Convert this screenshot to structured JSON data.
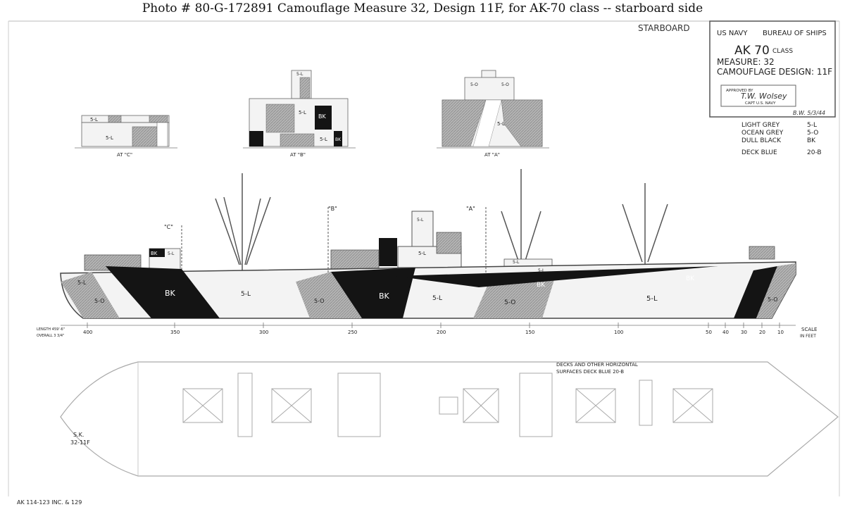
{
  "caption": "Photo #  80-G-172891      Camouflage Measure 32, Design 11F, for AK-70 class -- starboard side",
  "side_label": "STARBOARD",
  "title_block": {
    "line1_left": "US NAVY",
    "line1_right": "BUREAU OF SHIPS",
    "class_name": "AK 70",
    "class_suffix": "CLASS",
    "measure": "MEASURE: 32",
    "design": "CAMOUFLAGE DESIGN: 11F",
    "approved_label": "APPROVED BY",
    "signature": "T.W. Wolsey",
    "signer_title": "CAPT U.S. NAVY",
    "date_note": "B.W. 5/3/44"
  },
  "legend": [
    {
      "name": "LIGHT GREY",
      "code": "5-L",
      "color": "#f4f4f4"
    },
    {
      "name": "OCEAN GREY",
      "code": "5-O",
      "color": "#a8a8a8"
    },
    {
      "name": "DULL BLACK",
      "code": "BK",
      "color": "#141414"
    },
    {
      "name": "DECK BLUE",
      "code": "20-B",
      "color": "#d6d6d6"
    }
  ],
  "sections": [
    {
      "label": "AT \"C\"",
      "codes": [
        "5-L",
        "5-L"
      ]
    },
    {
      "label": "AT \"B\"",
      "codes": [
        "5-L",
        "5-L",
        "BK",
        "5-L",
        "BK"
      ]
    },
    {
      "label": "AT \"A\"",
      "codes": [
        "5-O",
        "5-L",
        "5-O"
      ]
    }
  ],
  "profile": {
    "section_markers": [
      "\"C\"",
      "\"B\"",
      "\"A\""
    ],
    "hull_codes": [
      "5-L",
      "5-O",
      "BK",
      "5-L",
      "5-O",
      "BK",
      "5-L",
      "5-O",
      "BK",
      "5-L",
      "BK",
      "5-O"
    ],
    "super_codes": [
      "BK",
      "5-L",
      "5-L",
      "5-L",
      "5-L",
      "5-L"
    ]
  },
  "scale": {
    "left_notes": [
      "LENGTH 459'-6\"",
      "OVERALL 3 3/4\""
    ],
    "ticks": [
      "400",
      "350",
      "300",
      "250",
      "200",
      "150",
      "100",
      "50",
      "40",
      "30",
      "20",
      "10"
    ],
    "label": "SCALE",
    "unit": "IN FEET"
  },
  "plan": {
    "note_line1": "DECKS AND OTHER HORIZONTAL",
    "note_line2": "SURFACES  DECK BLUE 20-B",
    "drawing_id_line1": "S.K.",
    "drawing_id_line2": "32-11F"
  },
  "footer_note": "AK 114-123 INC. & 129"
}
